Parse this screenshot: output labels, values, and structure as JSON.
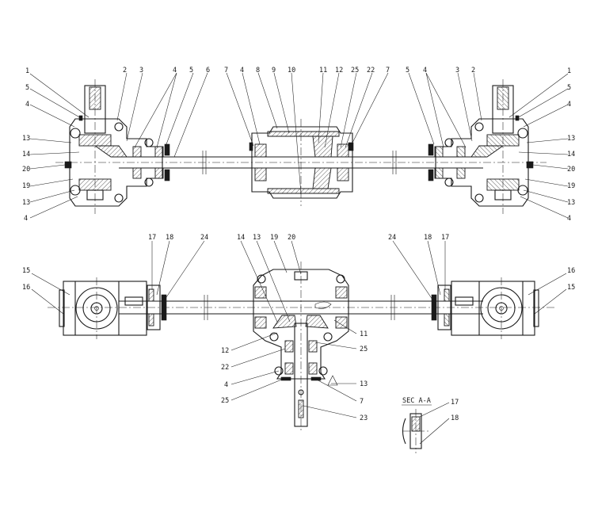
{
  "top_view": {
    "labels_top": [
      "1",
      "5",
      "4",
      "2",
      "3",
      "4",
      "5",
      "6",
      "7",
      "4",
      "8",
      "9",
      "10",
      "11",
      "12",
      "25",
      "22",
      "7",
      "5",
      "4",
      "3",
      "2",
      "1",
      "5",
      "4"
    ],
    "labels_left": [
      "13",
      "14",
      "20",
      "19",
      "13",
      "4"
    ],
    "labels_right": [
      "13",
      "14",
      "20",
      "19",
      "13",
      "4"
    ]
  },
  "bottom_view": {
    "labels_left": [
      "15",
      "16",
      "17",
      "18",
      "24"
    ],
    "labels_center": [
      "14",
      "13",
      "19",
      "20",
      "11",
      "25",
      "12",
      "22",
      "4",
      "25",
      "13",
      "7",
      "23"
    ],
    "labels_right": [
      "24",
      "18",
      "17",
      "16",
      "15"
    ]
  },
  "section": {
    "title": "SEC A-A",
    "labels": [
      "17",
      "18"
    ]
  },
  "colors": {
    "ink": "#1a1a1a",
    "paper": "#ffffff"
  }
}
